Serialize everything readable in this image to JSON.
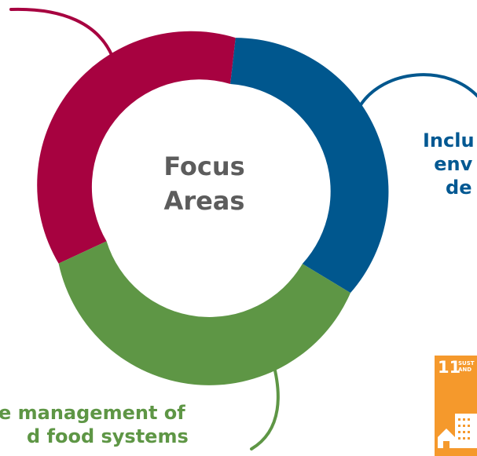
{
  "center": {
    "line1": "Focus",
    "line2": "Areas"
  },
  "segments": [
    {
      "name": "red-segment",
      "color": "#a70240"
    },
    {
      "name": "blue-segment",
      "color": "#00578e"
    },
    {
      "name": "green-segment",
      "color": "#5e9645"
    }
  ],
  "blue_focus": {
    "line1": "Inclu",
    "line2": "env",
    "line3": "de"
  },
  "green_focus": {
    "line1": "e management of",
    "line2": "d food systems"
  },
  "sdg_icon": {
    "number": "11",
    "caption_line1": "SUST",
    "caption_line2": "AND",
    "color": "#f5992c",
    "icon": "city-buildings-icon"
  }
}
